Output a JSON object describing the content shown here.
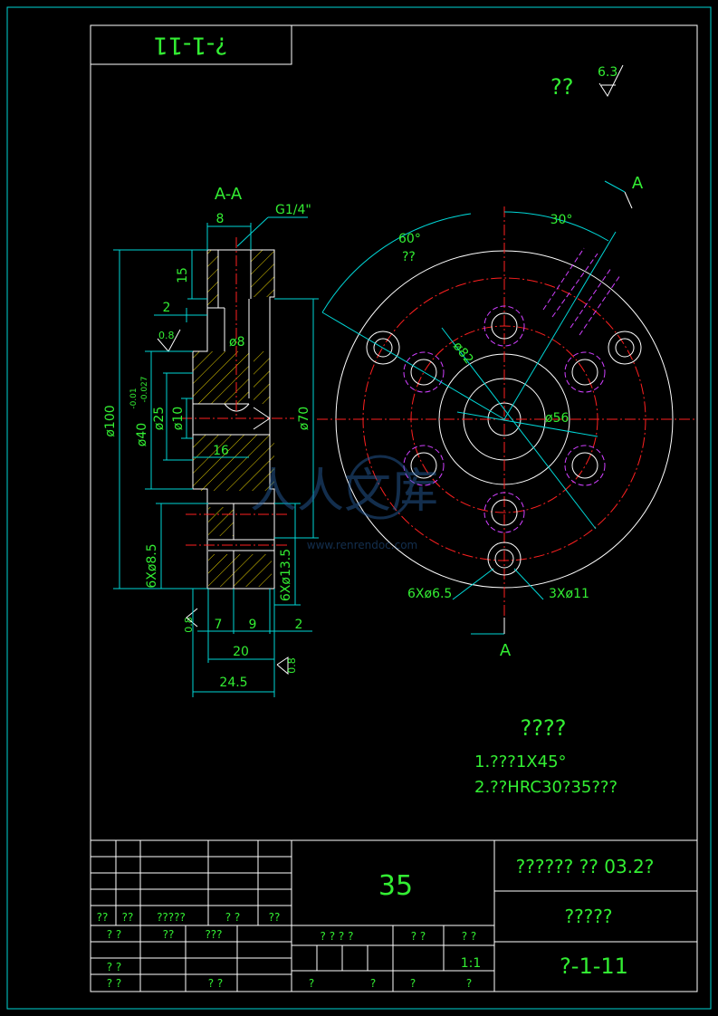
{
  "title_box": {
    "code": "?-1-11"
  },
  "roughness": {
    "label": "??",
    "value": "6.3"
  },
  "section": {
    "title": "A-A",
    "thread": "G1/4\"",
    "dims": {
      "top_width": "8",
      "depth15": "15",
      "step2": "2",
      "rough_08_a": "0.8",
      "bore8": "ø8",
      "dia100": "ø100",
      "dia40": "ø40",
      "tol_upper": "-0.01",
      "tol_lower": "-0.027",
      "dia25": "ø25",
      "dia10": "ø10",
      "len16": "16",
      "dia70": "ø70",
      "holes85": "6Xø8.5",
      "holes135": "6Xø13.5",
      "rough_08_b": "0.8",
      "rough_08_c": "0.8",
      "w7": "7",
      "w9": "9",
      "w2": "2",
      "w20": "20",
      "w245": "24.5"
    }
  },
  "front": {
    "angle60": "60°",
    "angle60_note": "??",
    "angle30": "30°",
    "dia82": "ø82",
    "dia56": "ø56",
    "holes65": "6Xø6.5",
    "holes11": "3Xø11",
    "arrow_top": "A",
    "arrow_bottom": "A"
  },
  "notes": {
    "heading": "????",
    "line1": "1.???1X45°",
    "line2": "2.??HRC30?35???"
  },
  "title_block": {
    "material": "35",
    "school": "?????? ?? 03.2?",
    "part_name": "?????",
    "drawing_no": "?-1-11",
    "scale": "1:1",
    "h1": "??",
    "h2": "??",
    "h3": "?????",
    "h4": "? ?",
    "h5": "??",
    "r1a": "? ?",
    "r1b": "??",
    "r1c": "???",
    "r1d": "? ? ? ?",
    "r1e": "? ?",
    "r1f": "? ?",
    "r2a": "? ?",
    "r3a": "? ?",
    "r3b": "? ?",
    "r3c": "?",
    "r3d": "?",
    "r3e": "?",
    "r3f": "?"
  },
  "watermark": {
    "text": "人人文库",
    "url": "www.renrendoc.com"
  },
  "colors": {
    "background": "#000000",
    "text": "#33ee33",
    "outline": "#ffffff",
    "dimension": "#00d6d6",
    "centerline": "#ff2020",
    "hidden": "#d040ff",
    "hatch": "#e6d000"
  }
}
